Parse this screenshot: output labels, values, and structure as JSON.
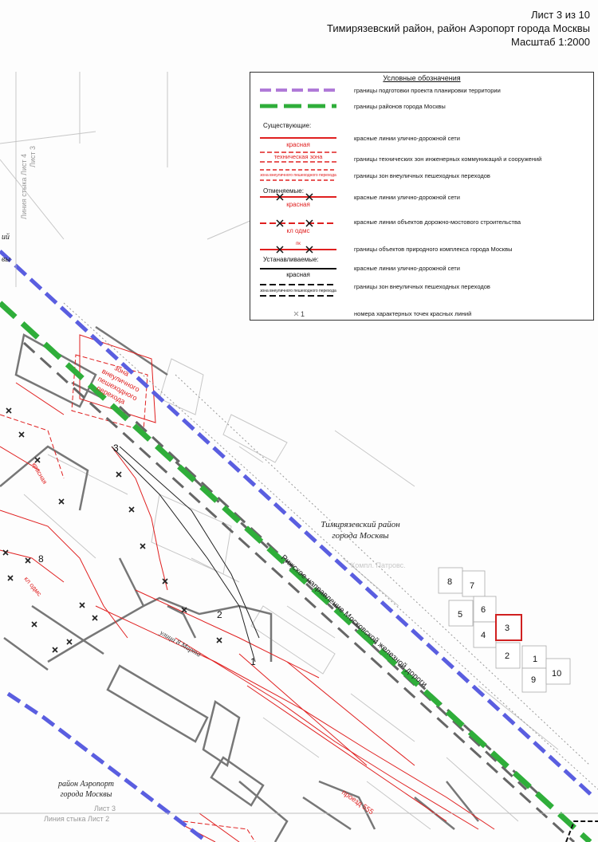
{
  "header": {
    "sheet": "Лист 3 из 10",
    "district": "Тимирязевский район, район Аэропорт города Москвы",
    "scale": "Масштаб 1:2000"
  },
  "legend": {
    "title": "Условные обозначения",
    "items": [
      {
        "text": "границы подготовки проекта планировки территории",
        "swatch_color": "#b07ad8"
      },
      {
        "text": "границы районов города Москвы",
        "swatch_color": "#2fae3a"
      }
    ],
    "existing": {
      "heading": "Существующие:",
      "items": [
        {
          "text": "красные линии улично-дорожной сети",
          "swatch_label": "красная"
        },
        {
          "text": "границы технических зон инженерных коммуникаций и сооружений",
          "swatch_label": "техническая зона"
        },
        {
          "text": "границы зон внеуличных пешеходных переходов",
          "swatch_label": "зона внеуличного пешеходного перехода"
        }
      ]
    },
    "cancelled": {
      "heading": "Отменяемые:",
      "items": [
        {
          "text": "красные линии улично-дорожной сети",
          "swatch_label": "красная"
        },
        {
          "text": "красные линии объектов дорожно-мостового строительства",
          "swatch_label": "кл одмс"
        },
        {
          "text": "границы объектов природного комплекса города Москвы",
          "swatch_label": "пк"
        }
      ]
    },
    "established": {
      "heading": "Устанавливаемые:",
      "items": [
        {
          "text": "красные линии улично-дорожной сети",
          "swatch_label": "красная"
        },
        {
          "text": "границы зон внеуличных пешеходных переходов",
          "swatch_label": "зона внеуличного пешеходного перехода"
        },
        {
          "text": "номера характерных точек красных линий",
          "swatch_label": "1"
        }
      ]
    },
    "colors": {
      "red": "#e02020",
      "black": "#111111",
      "purple": "#b07ad8",
      "green": "#2fae3a",
      "blue": "#5a5ee0"
    }
  },
  "map": {
    "left_stitch": "Линия стыка Лист 4",
    "left_sheet": "Лист 3",
    "bottom_sheet": "Лист 3",
    "bottom_stitch": "Линия стыка Лист 2",
    "timiryazev": [
      "Тимирязевский район",
      "города Москвы"
    ],
    "aeroport": [
      "район Аэропорт",
      "города Москвы"
    ],
    "railway": "Рижское направление Московской железной дороги",
    "zone": [
      "зона",
      "внеуличного",
      "пешеходного",
      "перехода"
    ],
    "street": "улица 8 Марта",
    "passage": "проезд 555",
    "park_label": "Компл. Патровс.",
    "points": [
      "1",
      "2",
      "3",
      "8"
    ],
    "left_fragments": [
      "ий",
      "вы"
    ],
    "red_labels": [
      "красная",
      "кл одмс"
    ]
  },
  "sheet_index": {
    "current": "3",
    "cells": [
      "8",
      "7",
      "5",
      "6",
      "4",
      "3",
      "2",
      "1",
      "9",
      "10"
    ]
  }
}
